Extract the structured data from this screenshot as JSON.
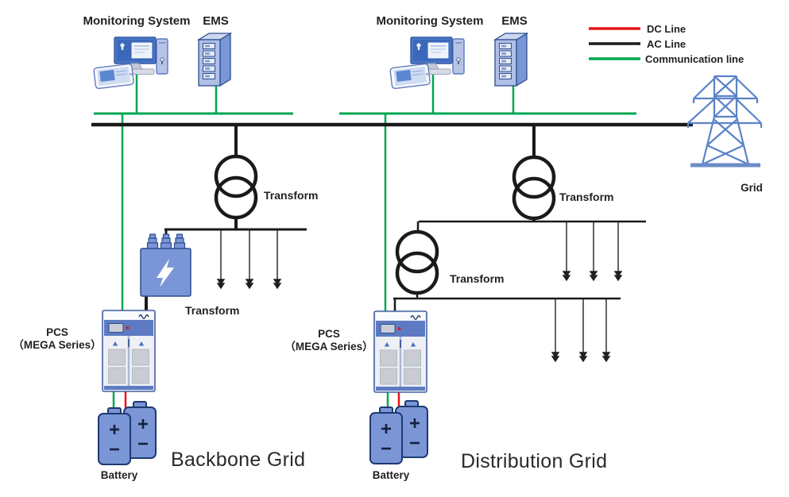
{
  "legend": {
    "items": [
      {
        "label": "DC Line",
        "color": "#e8131b"
      },
      {
        "label": "AC Line",
        "color": "#1a1a1a"
      },
      {
        "label": "Communication line",
        "color": "#00a651"
      }
    ]
  },
  "grid": {
    "label": "Grid"
  },
  "systems": [
    {
      "grid_name": "Backbone Grid",
      "monitoring_label": "Monitoring System",
      "ems_label": "EMS",
      "transformer_label": "Transform",
      "secondary_transformer_label": "Transform",
      "pcs_label_line1": "PCS",
      "pcs_label_line2": "（MEGA Series）",
      "battery_label": "Battery"
    },
    {
      "grid_name": "Distribution Grid",
      "monitoring_label": "Monitoring System",
      "ems_label": "EMS",
      "transformer_label": "Transform",
      "secondary_transformer_label": "Transform",
      "pcs_label_line1": "PCS",
      "pcs_label_line2": "（MEGA Series）",
      "battery_label": "Battery"
    }
  ],
  "colors": {
    "dc_line": "#e8131b",
    "ac_line": "#1a1a1a",
    "communication_line": "#00a651",
    "device_fill": "#7b96d6",
    "device_fill_light": "#b6c4e8",
    "device_outline": "#2e4d8f",
    "tower_blue": "#5b82c8",
    "pcs_band": "#5c7bc2",
    "text": "#231f20"
  }
}
